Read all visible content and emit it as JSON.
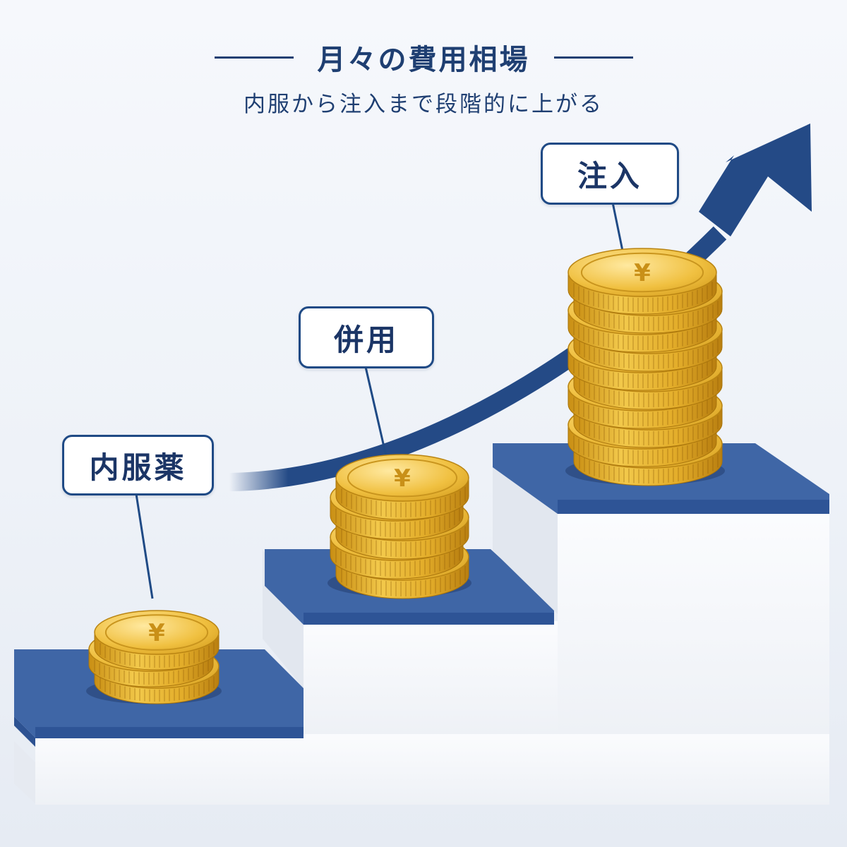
{
  "header": {
    "title": "月々の費用相場",
    "subtitle": "内服から注入まで段階的に上がる"
  },
  "steps": [
    {
      "label": "内服薬",
      "coin_count": 3
    },
    {
      "label": "併用",
      "coin_count": 5
    },
    {
      "label": "注入",
      "coin_count": 10
    }
  ],
  "coin_symbol": "¥",
  "colors": {
    "navy": "#1f3f72",
    "step_top": "#3f66a6",
    "arrow": "#244a86",
    "coin_gold": "#e8b830",
    "coin_dark": "#c98f14"
  },
  "icons": {
    "coin": "yen-coin-icon",
    "trend": "rising-arrow-icon"
  }
}
